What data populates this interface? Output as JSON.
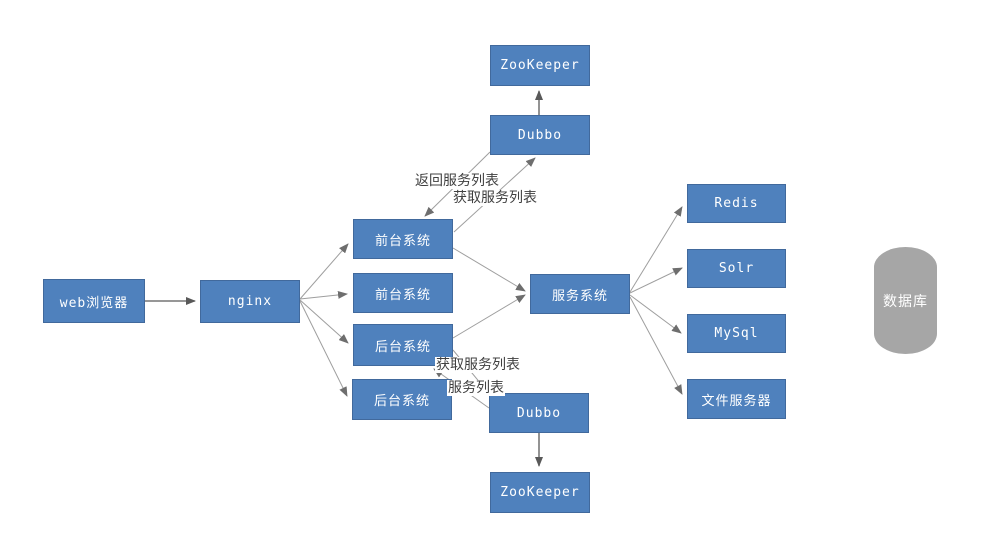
{
  "nodes": {
    "web_browser": {
      "label": "web浏览器",
      "shape": "rect"
    },
    "nginx": {
      "label": "nginx",
      "shape": "rect"
    },
    "frontend1": {
      "label": "前台系统",
      "shape": "rect"
    },
    "frontend2": {
      "label": "前台系统",
      "shape": "rect"
    },
    "backend1": {
      "label": "后台系统",
      "shape": "rect"
    },
    "backend2": {
      "label": "后台系统",
      "shape": "rect"
    },
    "zookeeper_top": {
      "label": "ZooKeeper",
      "shape": "rect"
    },
    "dubbo_top": {
      "label": "Dubbo",
      "shape": "rect"
    },
    "service_system": {
      "label": "服务系统",
      "shape": "rect"
    },
    "redis": {
      "label": "Redis",
      "shape": "rect"
    },
    "solr": {
      "label": "Solr",
      "shape": "rect"
    },
    "mysql": {
      "label": "MySql",
      "shape": "rect"
    },
    "file_server": {
      "label": "文件服务器",
      "shape": "rect"
    },
    "dubbo_bottom": {
      "label": "Dubbo",
      "shape": "rect"
    },
    "zookeeper_bottom": {
      "label": "ZooKeeper",
      "shape": "rect"
    },
    "database": {
      "label": "数据库",
      "shape": "cylinder"
    }
  },
  "edge_labels": {
    "top_return": "返回服务列表",
    "top_fetch": "获取服务列表",
    "bottom_fetch": "获取服务列表",
    "bottom_return": "服务列表"
  },
  "edges": [
    {
      "from": "web_browser",
      "to": "nginx"
    },
    {
      "from": "nginx",
      "to": "frontend1"
    },
    {
      "from": "nginx",
      "to": "frontend2"
    },
    {
      "from": "nginx",
      "to": "backend1"
    },
    {
      "from": "nginx",
      "to": "backend2"
    },
    {
      "from": "dubbo_top",
      "to": "zookeeper_top"
    },
    {
      "from": "frontend1",
      "to": "dubbo_top",
      "label": "获取服务列表"
    },
    {
      "from": "dubbo_top",
      "to": "frontend1",
      "label": "返回服务列表"
    },
    {
      "from": "frontend1",
      "to": "service_system"
    },
    {
      "from": "backend1",
      "to": "service_system"
    },
    {
      "from": "service_system",
      "to": "redis"
    },
    {
      "from": "service_system",
      "to": "solr"
    },
    {
      "from": "service_system",
      "to": "mysql"
    },
    {
      "from": "service_system",
      "to": "file_server"
    },
    {
      "from": "backend1",
      "to": "dubbo_bottom",
      "label": "获取服务列表"
    },
    {
      "from": "dubbo_bottom",
      "to": "backend1",
      "label": "服务列表"
    },
    {
      "from": "dubbo_bottom",
      "to": "zookeeper_bottom"
    }
  ],
  "colors": {
    "node_fill": "#4f81bd",
    "node_border": "#41699c",
    "node_text": "#ffffff",
    "database_fill": "#a6a6a6",
    "connector_light": "#9e9e9e",
    "connector_dark": "#595959",
    "edge_label_text": "#404040",
    "background": "#ffffff"
  }
}
